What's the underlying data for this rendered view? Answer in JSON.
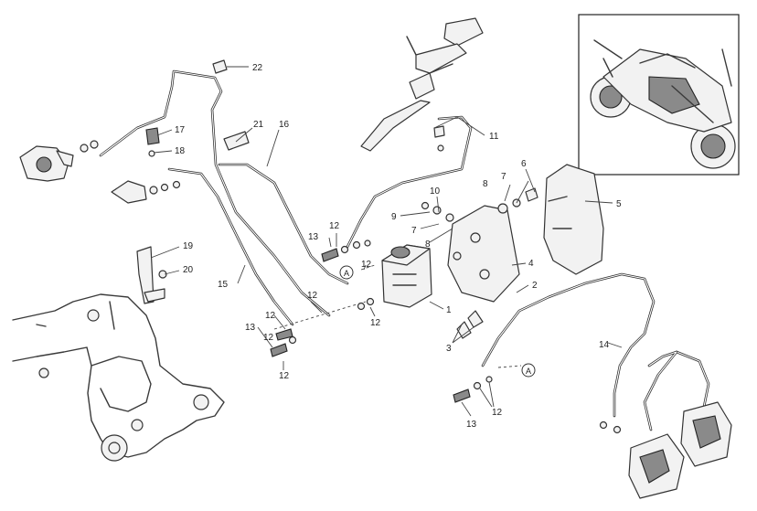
{
  "callouts": [
    {
      "label": "22"
    },
    {
      "label": "21"
    },
    {
      "label": "16"
    },
    {
      "label": "17"
    },
    {
      "label": "18"
    },
    {
      "label": "19"
    },
    {
      "label": "20"
    },
    {
      "label": "15"
    },
    {
      "label": "13"
    },
    {
      "label": "12"
    },
    {
      "label": "12"
    },
    {
      "label": "12"
    },
    {
      "label": "12"
    },
    {
      "label": "13"
    },
    {
      "label": "12"
    },
    {
      "label": "12"
    },
    {
      "label": "12"
    },
    {
      "label": "11"
    },
    {
      "label": "10"
    },
    {
      "label": "9"
    },
    {
      "label": "7"
    },
    {
      "label": "8"
    },
    {
      "label": "8"
    },
    {
      "label": "7"
    },
    {
      "label": "6"
    },
    {
      "label": "5"
    },
    {
      "label": "4"
    },
    {
      "label": "2"
    },
    {
      "label": "1"
    },
    {
      "label": "3"
    },
    {
      "label": "14"
    },
    {
      "label": "13"
    },
    {
      "label": "12"
    }
  ],
  "connection_markers": [
    {
      "label": "A"
    },
    {
      "label": "A"
    }
  ]
}
